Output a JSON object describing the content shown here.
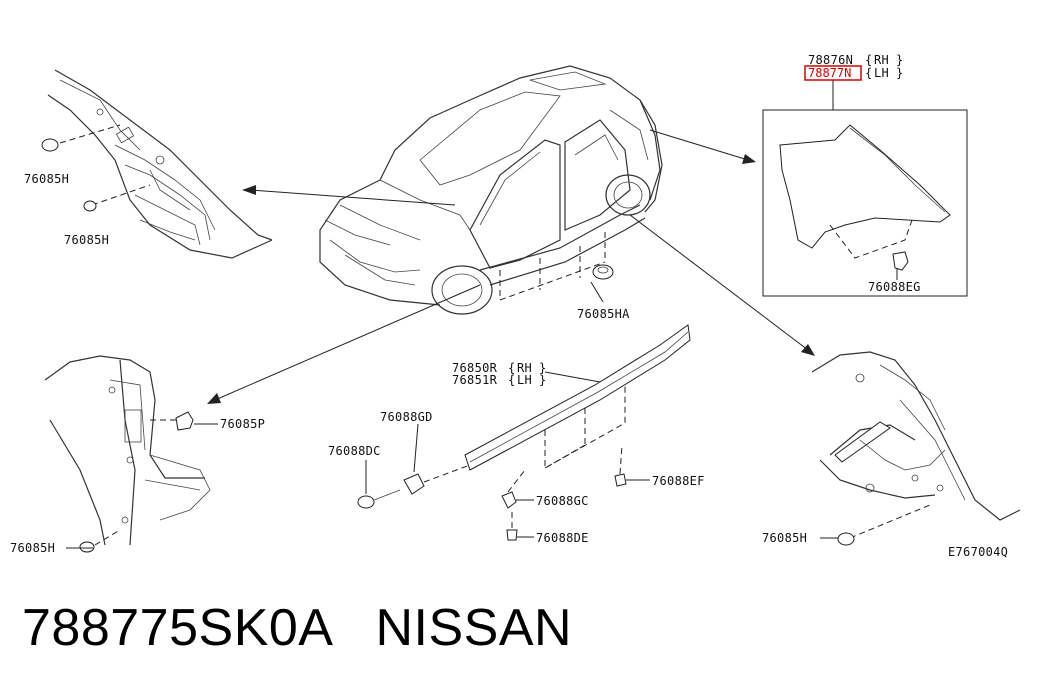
{
  "labels": {
    "p76085H_a": "76085H",
    "p76085H_b": "76085H",
    "p76085H_c": "76085H",
    "p76085H_d": "76085H",
    "p76085HA": "76085HA",
    "p76085P": "76085P",
    "p78876N": "78876N",
    "p78877N": "78877N",
    "p78876N_side": "RH",
    "p78877N_side": "LH",
    "p76088EG": "76088EG",
    "p76850R": "76850R",
    "p76851R": "76851R",
    "p76850R_side": "RH",
    "p76851R_side": "LH",
    "p76088GD": "76088GD",
    "p76088DC": "76088DC",
    "p76088GC": "76088GC",
    "p76088DE": "76088DE",
    "p76088EF": "76088EF",
    "diagram_code": "E767004Q"
  },
  "highlight_color": "#d80000",
  "caption": {
    "part_number": "788775SK0A",
    "brand": "NISSAN"
  }
}
